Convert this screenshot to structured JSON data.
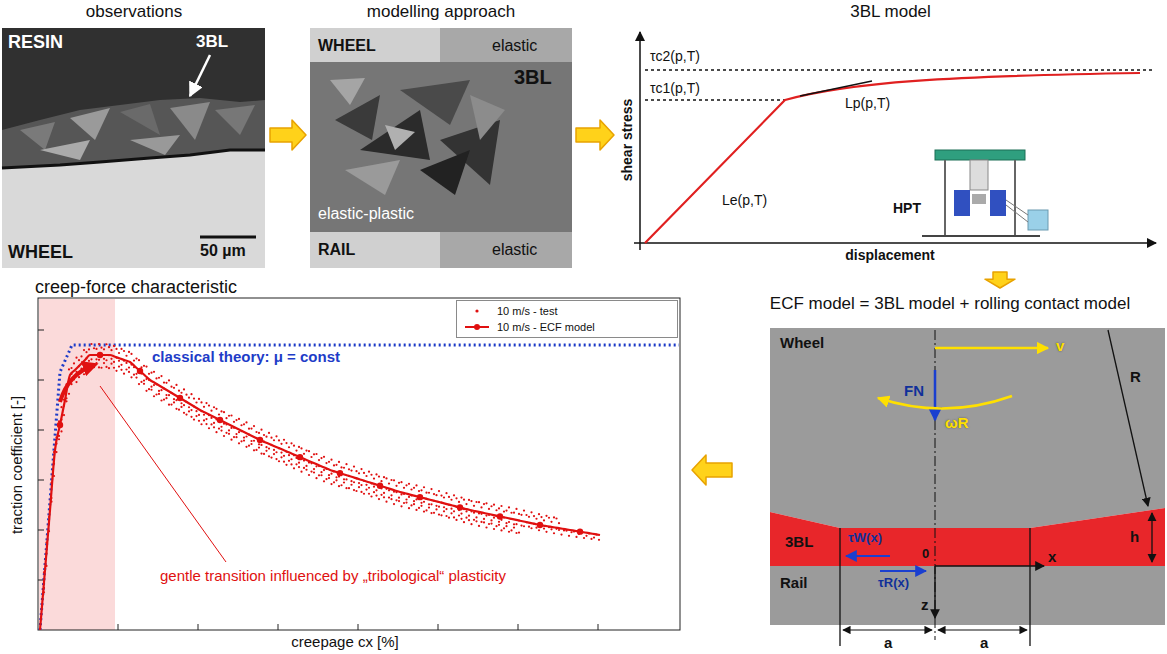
{
  "diagram": {
    "nodes": [
      {
        "text": [
          "observations"
        ]
      },
      {
        "text": [
          "modelling approach"
        ]
      },
      {
        "text": [
          "3BL model"
        ]
      },
      {
        "text": [
          "ECF model = 3BL model + rolling contact model"
        ]
      },
      {
        "text": [
          "creep-force characteristic"
        ]
      }
    ],
    "edges": [
      {
        "from": 0,
        "to": 1,
        "arrow": "to"
      },
      {
        "from": 1,
        "to": 2,
        "arrow": "to"
      },
      {
        "from": 2,
        "to": 3,
        "arrow": "to"
      },
      {
        "from": 3,
        "to": 4,
        "arrow": "to"
      }
    ],
    "labels": [
      "RESIN",
      "3BL",
      "WHEEL",
      "50 µm",
      "WHEEL",
      "elastic",
      "3BL",
      "elastic-plastic",
      "RAIL",
      "elastic",
      "τc2(p,T)",
      "τc1(p,T)",
      "Lp(p,T)",
      "Le(p,T)",
      "HPT",
      "shear stress",
      "displacement",
      "Wheel",
      "FN",
      "v",
      "ωR",
      "R",
      "3BL",
      "h",
      "τW(x)",
      "τR(x)",
      "0",
      "x",
      "z",
      "Rail",
      "a",
      "a",
      "classical theory: μ = const",
      "traction coefficient [-]",
      "creepage cx [%]",
      "gentle transition influenced by „tribological“ plasticity"
    ],
    "legend": [
      {
        "text": "10 m/s - test"
      },
      {
        "text": "10 m/s - ECF model"
      }
    ]
  }
}
